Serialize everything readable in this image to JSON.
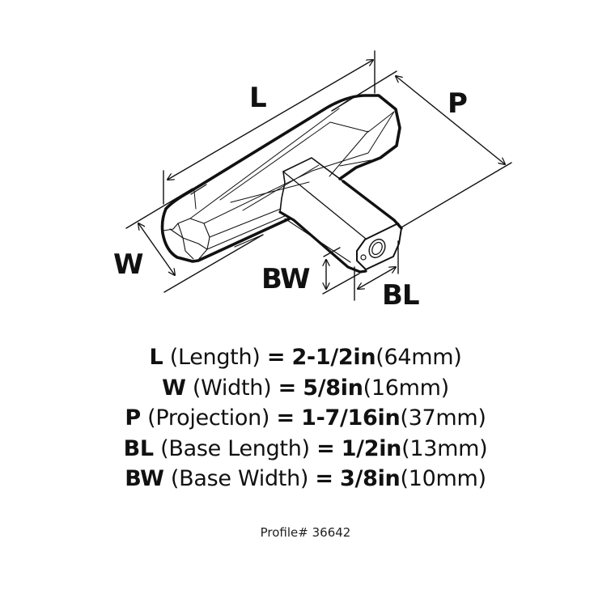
{
  "diagram": {
    "subject": "T-bar cabinet knob with octagonal faceted bar and square base",
    "dimension_labels": {
      "L": "L",
      "W": "W",
      "P": "P",
      "BW": "BW",
      "BL": "BL"
    }
  },
  "specs": [
    {
      "code": "L",
      "name": "(Length)",
      "eq": "=",
      "imperial": "2-1/2in",
      "metric": "(64mm)"
    },
    {
      "code": "W",
      "name": "(Width)",
      "eq": "=",
      "imperial": "5/8in",
      "metric": "(16mm)"
    },
    {
      "code": "P",
      "name": "(Projection)",
      "eq": "=",
      "imperial": "1-7/16in",
      "metric": "(37mm)"
    },
    {
      "code": "BL",
      "name": "(Base Length)",
      "eq": "=",
      "imperial": "1/2in",
      "metric": "(13mm)"
    },
    {
      "code": "BW",
      "name": "(Base Width)",
      "eq": "=",
      "imperial": "3/8in",
      "metric": "(10mm)"
    }
  ],
  "profile": "Profile# 36642",
  "colors": {
    "line": "#111111",
    "background": "#ffffff"
  }
}
